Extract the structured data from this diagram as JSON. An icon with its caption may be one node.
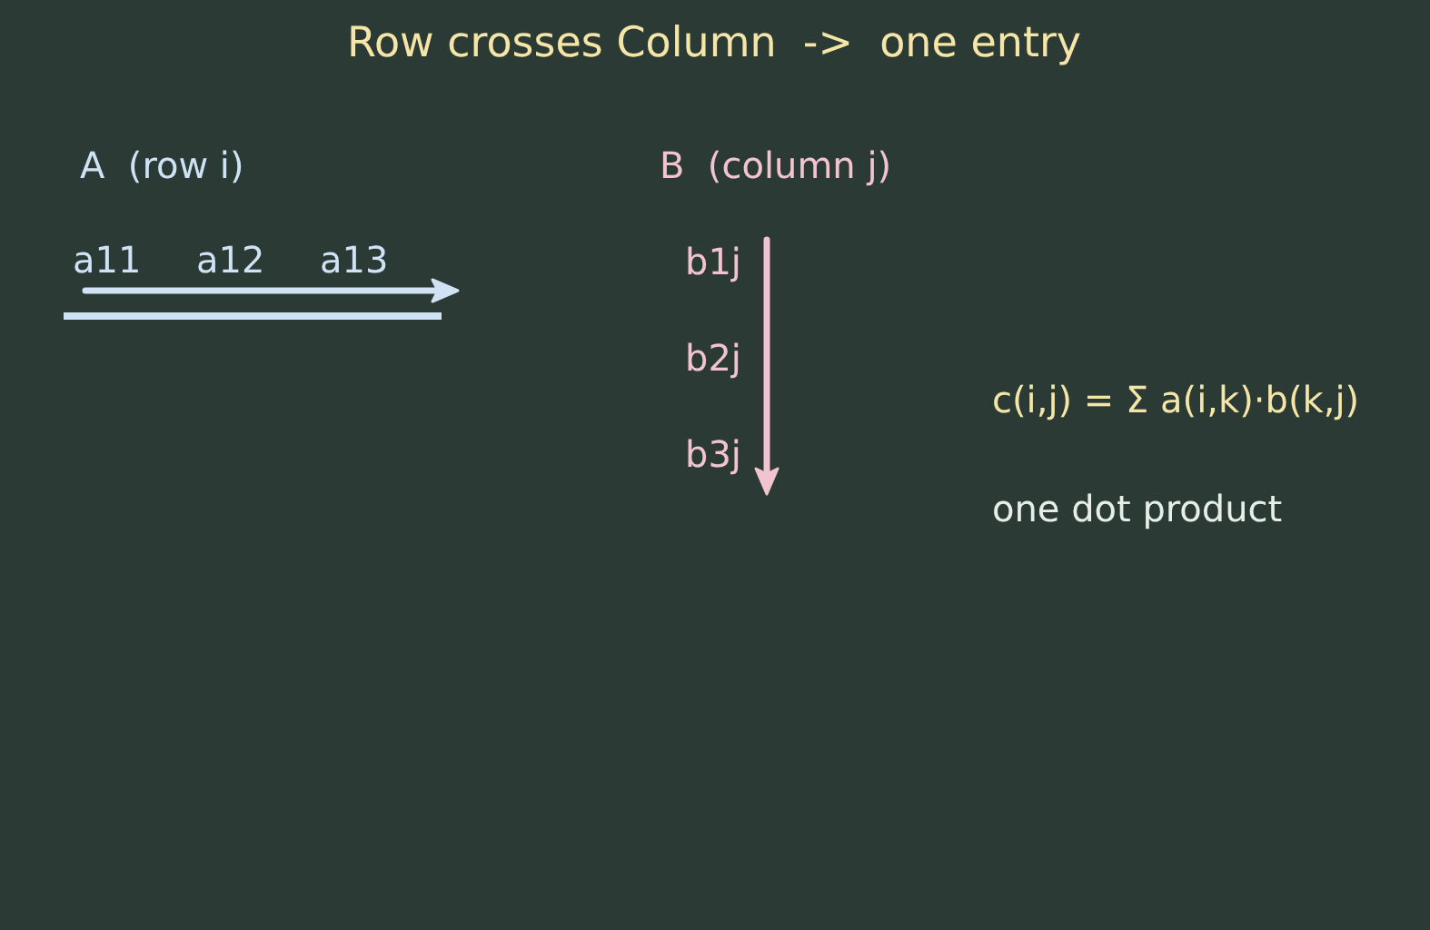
{
  "diagram": {
    "title": "Row crosses Column  ->  one entry",
    "labels": [
      "A  (row i)",
      "a11",
      "a12",
      "a13",
      "B  (column j)",
      "b1j",
      "b2j",
      "b3j",
      "c(i,j) = Σ a(i,k)·b(k,j)",
      "one dot product"
    ]
  }
}
